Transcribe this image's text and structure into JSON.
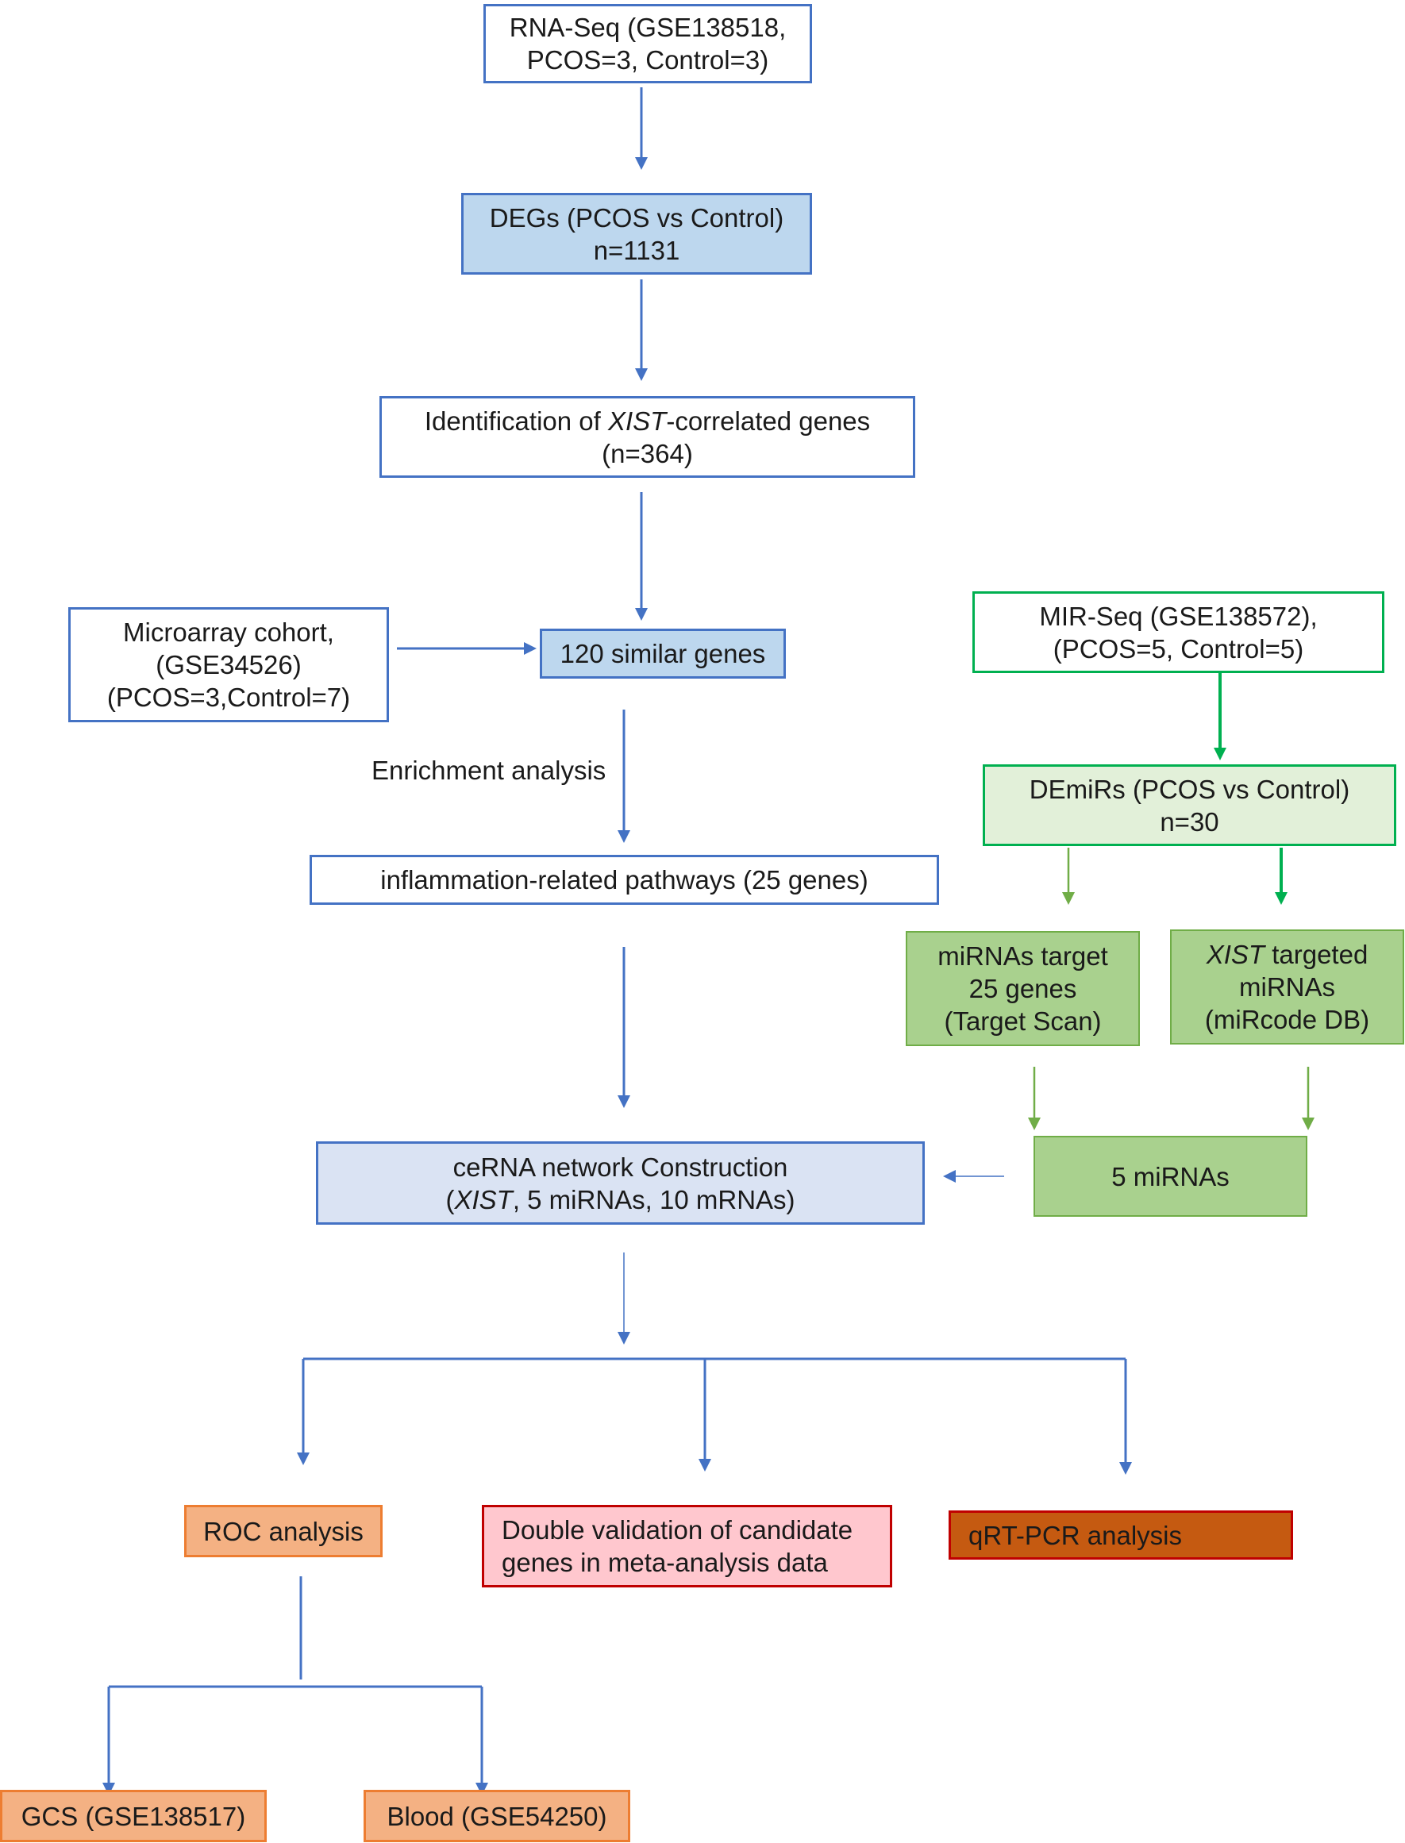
{
  "colors": {
    "blue": "#4472c4",
    "green": "#00b050",
    "light_green": "#70ad47",
    "orange": "#ed7d31",
    "red": "#c00000",
    "brown": "#c55a11"
  },
  "nodes": {
    "rnaseq": {
      "line1": "RNA-Seq (GSE138518,",
      "line2": "PCOS=3, Control=3)"
    },
    "degs": {
      "line1": "DEGs (PCOS vs Control)",
      "line2": "n=1131"
    },
    "xist_genes": {
      "line1_pre": "Identification of ",
      "line1_italic": "XIST",
      "line1_post": "-correlated genes",
      "line2": "(n=364)"
    },
    "microarray": {
      "line1": "Microarray cohort,",
      "line2": "(GSE34526)",
      "line3": "(PCOS=3,Control=7)"
    },
    "similar": {
      "line1": "120 similar genes"
    },
    "enrichment_label": "Enrichment analysis",
    "inflammation": {
      "line1": "inflammation-related pathways (25 genes)"
    },
    "mirseq": {
      "line1": "MIR-Seq (GSE138572),",
      "line2": "(PCOS=5, Control=5)"
    },
    "demirs": {
      "line1": "DEmiRs (PCOS vs Control)",
      "line2": "n=30"
    },
    "mirnas_target": {
      "line1": "miRNAs target",
      "line2": "25 genes",
      "line3": "(Target Scan)"
    },
    "xist_targeted": {
      "line1_italic": "XIST",
      "line1_post": " targeted",
      "line2": "miRNAs",
      "line3": "(miRcode DB)"
    },
    "five_mirnas": {
      "line1": "5 miRNAs"
    },
    "cerna": {
      "line1": "ceRNA network Construction",
      "line2_italic": "XIST",
      "line2_pre": "(",
      "line2_post": ", 5 miRNAs, 10 mRNAs)"
    },
    "roc": {
      "line1": "ROC analysis"
    },
    "double_validation": {
      "line1": "Double validation of candidate",
      "line2": "genes in meta-analysis data"
    },
    "qrtpcr": {
      "line1": "qRT-PCR analysis"
    },
    "gcs": {
      "line1": "GCS (GSE138517)"
    },
    "blood": {
      "line1": "Blood (GSE54250)"
    }
  }
}
